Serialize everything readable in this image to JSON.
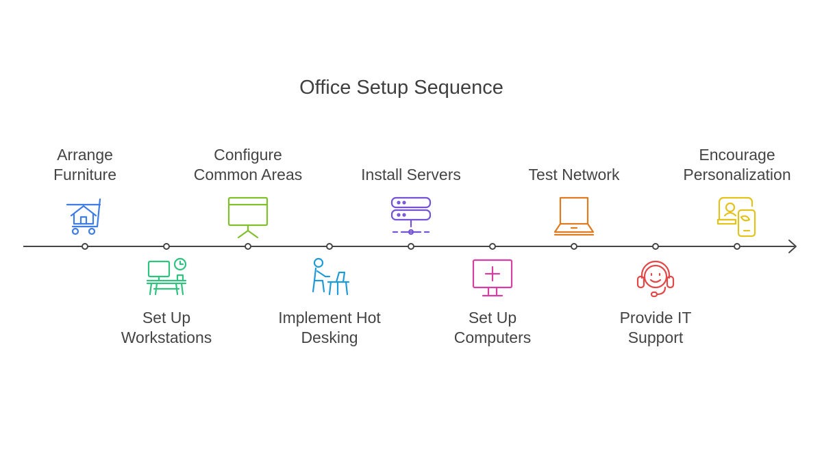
{
  "title": "Office Setup Sequence",
  "steps": [
    {
      "lines": [
        "Arrange",
        "Furniture"
      ],
      "color": "#3d7be6",
      "icon": "furniture-cart-icon",
      "side": "above"
    },
    {
      "lines": [
        "Set Up",
        "Workstations"
      ],
      "color": "#2ec27e",
      "icon": "workstation-icon",
      "side": "below"
    },
    {
      "lines": [
        "Configure",
        "Common Areas"
      ],
      "color": "#7fbf2a",
      "icon": "presentation-board-icon",
      "side": "above"
    },
    {
      "lines": [
        "Implement Hot",
        "Desking"
      ],
      "color": "#1e9bd7",
      "icon": "person-at-desk-icon",
      "side": "below"
    },
    {
      "lines": [
        "Install Servers"
      ],
      "color": "#7352d6",
      "icon": "server-rack-icon",
      "side": "above"
    },
    {
      "lines": [
        "Set Up",
        "Computers"
      ],
      "color": "#d63fa0",
      "icon": "monitor-icon",
      "side": "below"
    },
    {
      "lines": [
        "Test Network"
      ],
      "color": "#e07a1f",
      "icon": "laptop-icon",
      "side": "above"
    },
    {
      "lines": [
        "Provide IT",
        "Support"
      ],
      "color": "#e34848",
      "icon": "headset-icon",
      "side": "below"
    },
    {
      "lines": [
        "Encourage",
        "Personalization"
      ],
      "color": "#e2c21b",
      "icon": "personalization-icon",
      "side": "above"
    }
  ]
}
